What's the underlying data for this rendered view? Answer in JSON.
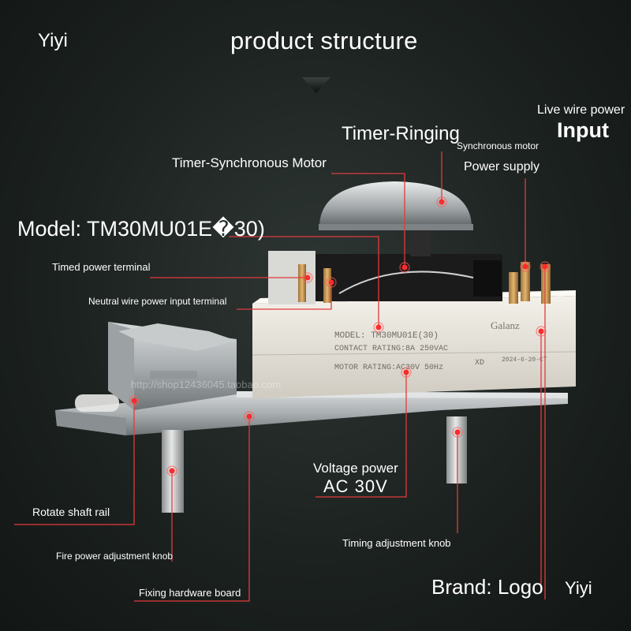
{
  "header": {
    "brand": "Yiyi",
    "title": "product structure"
  },
  "labels": {
    "live_wire_power": "Live wire power",
    "input": "Input",
    "timer_ringing": "Timer-Ringing",
    "synchronous_motor": "Synchronous motor",
    "power_supply": "Power supply",
    "timer_synchronous_motor": "Timer-Synchronous Motor",
    "model": "Model: TM30MU01E�30)",
    "timed_power_terminal": "Timed power terminal",
    "neutral_wire_input": "Neutral wire power input terminal",
    "voltage_power": "Voltage power",
    "ac_voltage": "AC 30V",
    "rotate_shaft_rail": "Rotate shaft rail",
    "timing_adjustment_knob": "Timing adjustment knob",
    "fire_power_adjustment_knob": "Fire power adjustment knob",
    "fixing_hardware_board": "Fixing hardware board",
    "brand_logo": "Brand: Logo",
    "brand_bottom": "Yiyi"
  },
  "product_print": {
    "model_line": "MODEL: TM30MU01E(30)",
    "contact_line": "CONTACT RATING:8A 250VAC",
    "motor_line": "MOTOR RATING:AC30V 50Hz",
    "brand": "Galanz",
    "code": "XD",
    "date": "2024-6-20-CT",
    "watermark": "http://shop12436045.taobao.com"
  },
  "colors": {
    "accent_red": "#ff2b2b",
    "text": "#ffffff",
    "background": "#1c2220"
  }
}
